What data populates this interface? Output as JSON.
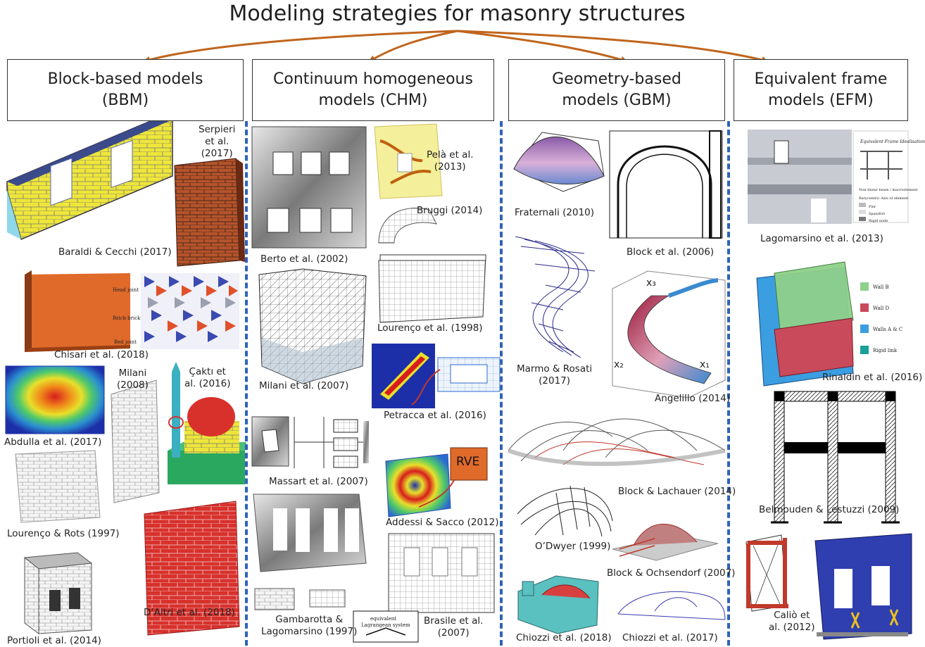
{
  "title": "Modeling strategies for masonry structures",
  "columns": [
    {
      "line1": "Block-based models",
      "line2": "(BBM)"
    },
    {
      "line1": "Continuum homogeneous",
      "line2": "models (CHM)"
    },
    {
      "line1": "Geometry-based",
      "line2": "models (GBM)"
    },
    {
      "line1": "Equivalent frame",
      "line2": "models (EFM)"
    }
  ],
  "refs": {
    "serpieri": [
      "Serpieri",
      "et al.",
      "(2017)"
    ],
    "baraldi": "Baraldi & Cecchi (2017)",
    "chisari": "Chisari et al. (2018)",
    "milani2008": [
      "Milani",
      "(2008)"
    ],
    "cakti": [
      "Çaktı et",
      "al. (2016)"
    ],
    "abdulla": "Abdulla et al. (2017)",
    "lourenco_rots": "Lourenço & Rots (1997)",
    "daltri": "D’Altri et al. (2018)",
    "portioli": "Portioli et al. (2014)",
    "pela": [
      "Pelà et al.",
      "(2013)"
    ],
    "bruggi": "Bruggi (2014)",
    "berto": "Berto et al. (2002)",
    "lourenco1998": "Lourenço et al. (1998)",
    "milani2007": "Milani et al. (2007)",
    "petracca": "Petracca et al. (2016)",
    "massart": "Massart et al. (2007)",
    "addessi": "Addessi & Sacco (2012)",
    "gambarotta": [
      "Gambarotta &",
      "Lagomarsino (1997)"
    ],
    "brasile": [
      "Brasile et al.",
      "(2007)"
    ],
    "fraternali": "Fraternali (2010)",
    "block2006": "Block et al. (2006)",
    "marmo": [
      "Marmo & Rosati",
      "(2017)"
    ],
    "angelillo": "Angelillo (2014)",
    "block_lachauer": "Block & Lachauer (2014)",
    "odwyer": "O’Dwyer (1999)",
    "block_ochsendorf": "Block & Ochsendorf (2007)",
    "chiozzi2018": "Chiozzi et al. (2018)",
    "chiozzi2017": "Chiozzi et al. (2017)",
    "lagomarsino": "Lagomarsino et al. (2013)",
    "rinaldin": "Rinaldin et al. (2016)",
    "belmouden": "Belmouden & Lestuzzi (2009)",
    "calio": [
      "Caliò et",
      "al. (2012)"
    ]
  },
  "inset_texts": {
    "rve": "RVE",
    "head_joint": "Head joint",
    "brick_brick": "Brick-brick",
    "bed_joint": "Bed joint",
    "efm_idealisation": "Equivalent Frame Idealisation",
    "efm_nonlinear": "Non-linear beam / macroelement",
    "efm_axis": "Barycentric Axis of element",
    "efm_pier": "Pier",
    "efm_spandrel": "Spandrel",
    "efm_rigid": "Rigid node",
    "wall_b": "Wall B",
    "wall_d": "Wall D",
    "walls_ac": "Walls A & C",
    "rigid_link": "Rigid link",
    "equivalent": "equivalent",
    "lagrangean": "Lagrangean system",
    "x1": "x₁",
    "x2": "x₂",
    "x3": "x₃"
  },
  "colors": {
    "arrow": "#c0651d",
    "divider": "#2e63b8",
    "brick_yellow": "#eee63a",
    "brick_red": "#c0392b",
    "brick_orange": "#e06a2a",
    "wall_green": "#8fd08a",
    "wall_red": "#c94a5a",
    "wall_blue": "#3a9ee0",
    "efm_blue": "#2f3fb0"
  }
}
